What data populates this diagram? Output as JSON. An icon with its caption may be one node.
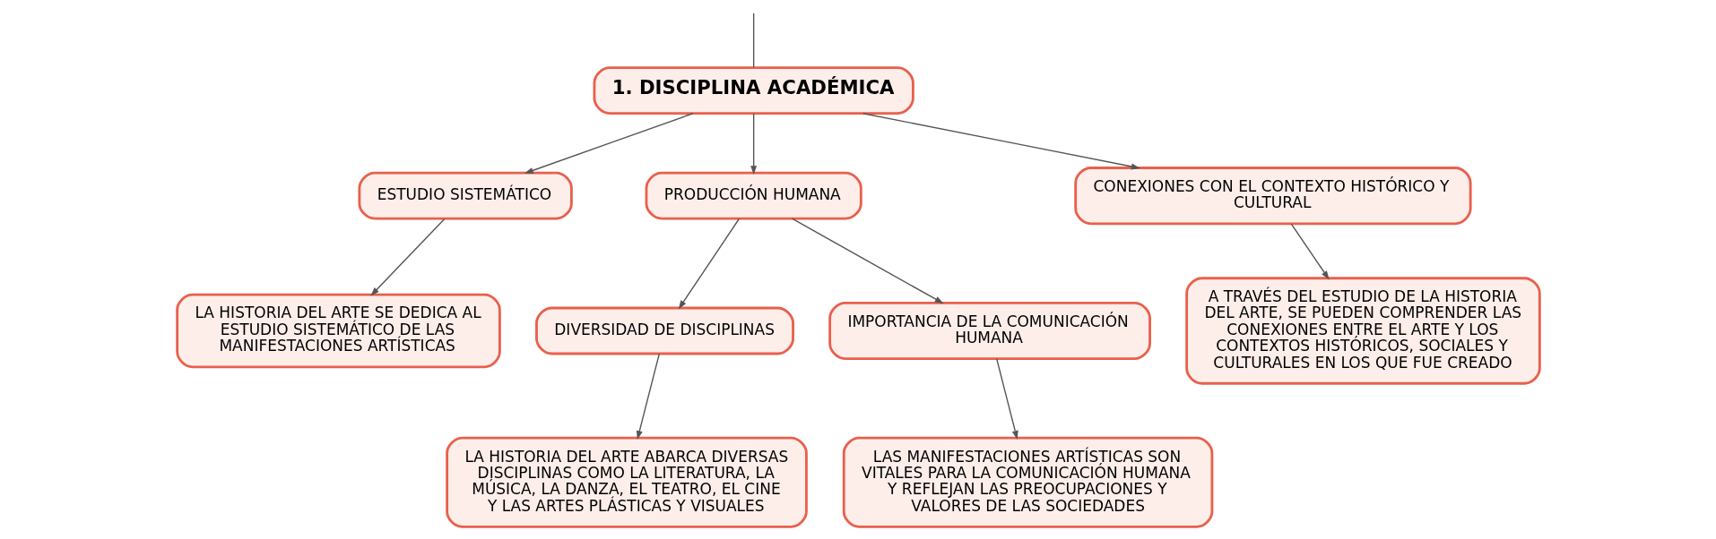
{
  "diagram": {
    "nodes": [
      {
        "text": [
          "1. DISCIPLINA ACADÉMICA"
        ]
      },
      {
        "text": [
          "ESTUDIO SISTEMÁTICO"
        ]
      },
      {
        "text": [
          "PRODUCCIÓN HUMANA"
        ]
      },
      {
        "text": [
          "CONEXIONES CON EL CONTEXTO HISTÓRICO Y CULTURAL"
        ]
      },
      {
        "text": [
          "LA HISTORIA DEL ARTE SE DEDICA AL ESTUDIO SISTEMÁTICO DE LAS MANIFESTACIONES ARTÍSTICAS"
        ]
      },
      {
        "text": [
          "DIVERSIDAD DE DISCIPLINAS"
        ]
      },
      {
        "text": [
          "IMPORTANCIA DE LA COMUNICACIÓN HUMANA"
        ]
      },
      {
        "text": [
          "A TRAVÉS DEL ESTUDIO DE LA HISTORIA DEL ARTE, SE PUEDEN COMPRENDER LAS CONEXIONES ENTRE EL ARTE Y LOS CONTEXTOS HISTÓRICOS, SOCIALES Y CULTURALES EN LOS QUE FUE CREADO"
        ]
      },
      {
        "text": [
          "LA HISTORIA DEL ARTE ABARCA DIVERSAS DISCIPLINAS COMO LA LITERATURA, LA MÚSICA, LA DANZA, EL TEATRO, EL CINE Y LAS ARTES PLÁSTICAS Y VISUALES"
        ]
      },
      {
        "text": [
          "LAS MANIFESTACIONES ARTÍSTICAS SON VITALES PARA LA COMUNICACIÓN HUMANA Y REFLEJAN LAS PREOCUPACIONES Y VALORES DE LAS SOCIEDADES"
        ]
      }
    ],
    "edges": [
      {
        "from": null,
        "to": 0,
        "arrow": "none"
      },
      {
        "from": 0,
        "to": 1,
        "arrow": "to"
      },
      {
        "from": 0,
        "to": 2,
        "arrow": "to"
      },
      {
        "from": 0,
        "to": 3,
        "arrow": "to"
      },
      {
        "from": 1,
        "to": 4,
        "arrow": "to"
      },
      {
        "from": 2,
        "to": 5,
        "arrow": "to"
      },
      {
        "from": 2,
        "to": 6,
        "arrow": "to"
      },
      {
        "from": 3,
        "to": 7,
        "arrow": "to"
      },
      {
        "from": 5,
        "to": 8,
        "arrow": "to"
      },
      {
        "from": 6,
        "to": 9,
        "arrow": "to"
      }
    ]
  }
}
